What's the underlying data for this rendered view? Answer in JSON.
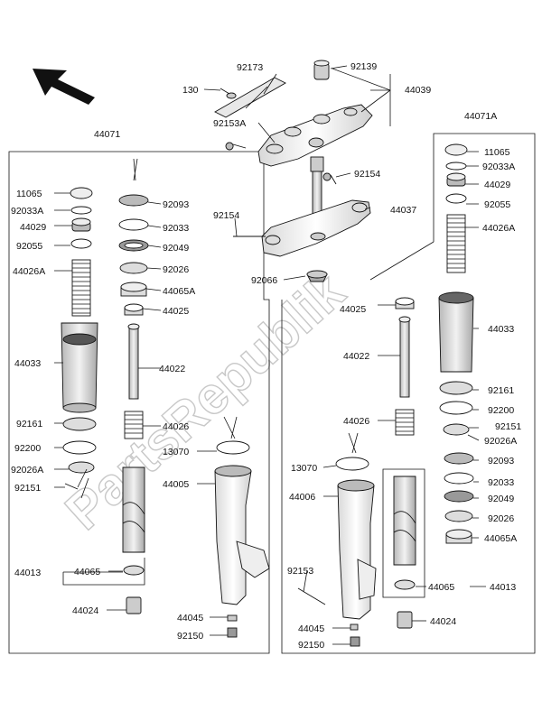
{
  "watermark": "PartsRepublik",
  "labels": {
    "l92173": "92173",
    "l92139": "92139",
    "l130": "130",
    "l44039": "44039",
    "l92153A": "92153A",
    "l92154a": "92154",
    "l92154b": "92154",
    "l44037": "44037",
    "l92066": "92066",
    "l44071": "44071",
    "l44071A": "44071A",
    "L_11065": "11065",
    "L_92033A": "92033A",
    "L_44029": "44029",
    "L_92055": "92055",
    "L_44026A": "44026A",
    "L_44033": "44033",
    "L_92161": "92161",
    "L_92200": "92200",
    "L_92026A": "92026A",
    "L_92151": "92151",
    "L_44013": "44013",
    "L_44065": "44065",
    "L_44024": "44024",
    "L_92093": "92093",
    "L_92033": "92033",
    "L_92049": "92049",
    "L_92026": "92026",
    "L_44065A": "44065A",
    "L_44025": "44025",
    "L_44022": "44022",
    "L_44026": "44026",
    "L_13070": "13070",
    "L_44005": "44005",
    "L_44045": "44045",
    "L_92150": "92150",
    "R_11065": "11065",
    "R_92033A": "92033A",
    "R_44029": "44029",
    "R_92055": "92055",
    "R_44026A": "44026A",
    "R_44025": "44025",
    "R_44033": "44033",
    "R_44022": "44022",
    "R_92161": "92161",
    "R_92200": "92200",
    "R_92151": "92151",
    "R_92026A": "92026A",
    "R_44026": "44026",
    "R_92093": "92093",
    "R_13070": "13070",
    "R_92033": "92033",
    "R_44006": "44006",
    "R_92049": "92049",
    "R_92026": "92026",
    "R_44065A": "44065A",
    "R_92153": "92153",
    "R_44065": "44065",
    "R_44013": "44013",
    "R_44045": "44045",
    "R_44024": "44024",
    "R_92150": "92150"
  }
}
